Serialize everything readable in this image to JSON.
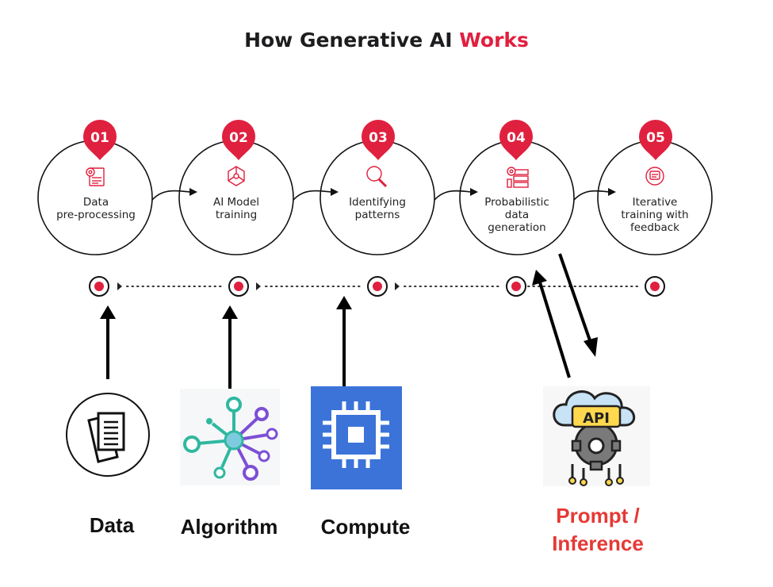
{
  "title": {
    "prefix": "How Generative AI",
    "accent": "Works"
  },
  "steps": [
    {
      "number": "01",
      "label": "Data\npre-processing",
      "icon": "document-gear-icon"
    },
    {
      "number": "02",
      "label": "AI Model\ntraining",
      "icon": "network-cube-icon"
    },
    {
      "number": "03",
      "label": "Identifying\npatterns",
      "icon": "magnifier-icon"
    },
    {
      "number": "04",
      "label": "Probabilistic\ndata\ngeneration",
      "icon": "database-gear-icon"
    },
    {
      "number": "05",
      "label": "Iterative\ntraining with\nfeedback",
      "icon": "feedback-cycle-icon"
    }
  ],
  "inputs": [
    {
      "label": "Data",
      "icon": "documents-icon"
    },
    {
      "label": "Algorithm",
      "icon": "network-nodes-icon"
    },
    {
      "label": "Compute",
      "icon": "processor-chip-icon"
    },
    {
      "label": "Prompt /\nInference",
      "icon": "api-cloud-gear-icon"
    }
  ],
  "api_badge": "API",
  "colors": {
    "accent": "#e0203f",
    "prompt": "#e53935",
    "compute_bg": "#3b73d9",
    "node_teal": "#2fb8a0",
    "node_purple": "#7d4fd6"
  }
}
